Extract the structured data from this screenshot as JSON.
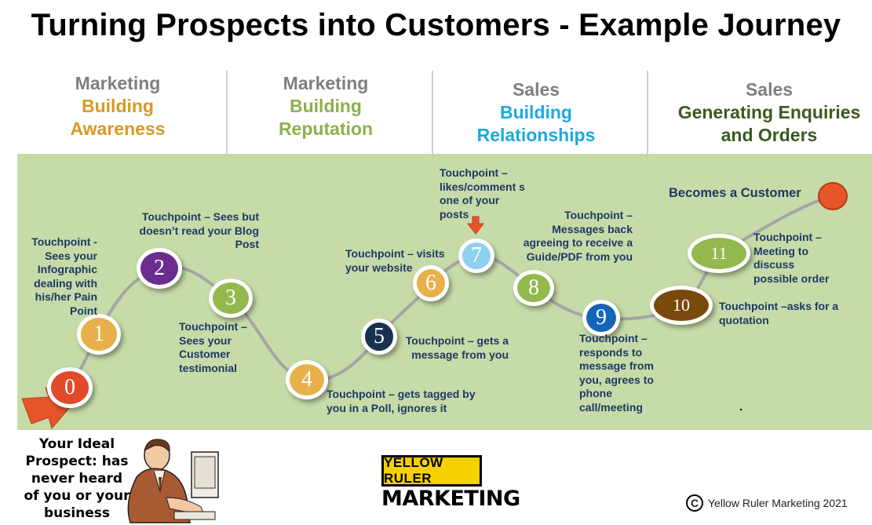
{
  "title": "Turning Prospects into Customers - Example Journey",
  "stages": [
    {
      "line1": "Marketing",
      "line2": "Building",
      "line3": "Awareness",
      "color1": "#7f7f7f",
      "color2": "#d79a24"
    },
    {
      "line1": "Marketing",
      "line2": "Building",
      "line3": "Reputation",
      "color1": "#7f7f7f",
      "color2": "#8cb04b"
    },
    {
      "line1": "Sales",
      "line2": "Building",
      "line3": "Relationships",
      "color1": "#7f7f7f",
      "color2": "#1fa8e0"
    },
    {
      "line1": "Sales",
      "line2": "Generating Enquiries",
      "line3": "and Orders",
      "color1": "#7f7f7f",
      "color2": "#3b5a1e"
    }
  ],
  "nodes": [
    {
      "label": "0",
      "color": "#e24a2b"
    },
    {
      "label": "1",
      "color": "#e8b04a"
    },
    {
      "label": "2",
      "color": "#6a2d8f"
    },
    {
      "label": "3",
      "color": "#93b84e"
    },
    {
      "label": "4",
      "color": "#e8b04a"
    },
    {
      "label": "5",
      "color": "#16324f"
    },
    {
      "label": "6",
      "color": "#e8b04a"
    },
    {
      "label": "7",
      "color": "#8fd0f0"
    },
    {
      "label": "8",
      "color": "#93b84e"
    },
    {
      "label": "9",
      "color": "#1565b8"
    },
    {
      "label": "10",
      "color": "#7a4a0c"
    },
    {
      "label": "11",
      "color": "#93b84e"
    }
  ],
  "touchpoints": {
    "t1": "Touchpoint - Sees your Infographic dealing with his/her Pain Point",
    "t2": "Touchpoint  – Sees but doesn’t read your Blog Post",
    "t3": "Touchpoint – Sees your Customer testimonial",
    "t4": "Touchpoint  – gets tagged by you in a Poll, ignores it",
    "t5": "Touchpoint – gets a message from you",
    "t6": "Touchpoint – visits your website",
    "t7": "Touchpoint – likes/comment s one of your posts",
    "t8": "Touchpoint – Messages back agreeing to receive a Guide/PDF from you",
    "t9": "Touchpoint – responds to message from you, agrees to phone call/meeting",
    "t10": "Touchpoint –asks for a quotation",
    "t11": "Touchpoint – Meeting to discuss possible order",
    "customer": "Becomes a Customer",
    "dot": "."
  },
  "prospect": "Your Ideal Prospect: has never heard of you or your business",
  "logo": {
    "top": "YELLOW RULER",
    "bottom": "MARKETING"
  },
  "copyright": {
    "symbol": "C",
    "text": "Yellow Ruler Marketing 2021"
  },
  "colors": {
    "band": "#c6dba7",
    "touchpoint_text": "#1f3864",
    "path": "#a5a5a5",
    "arrow": "#e8542a"
  }
}
